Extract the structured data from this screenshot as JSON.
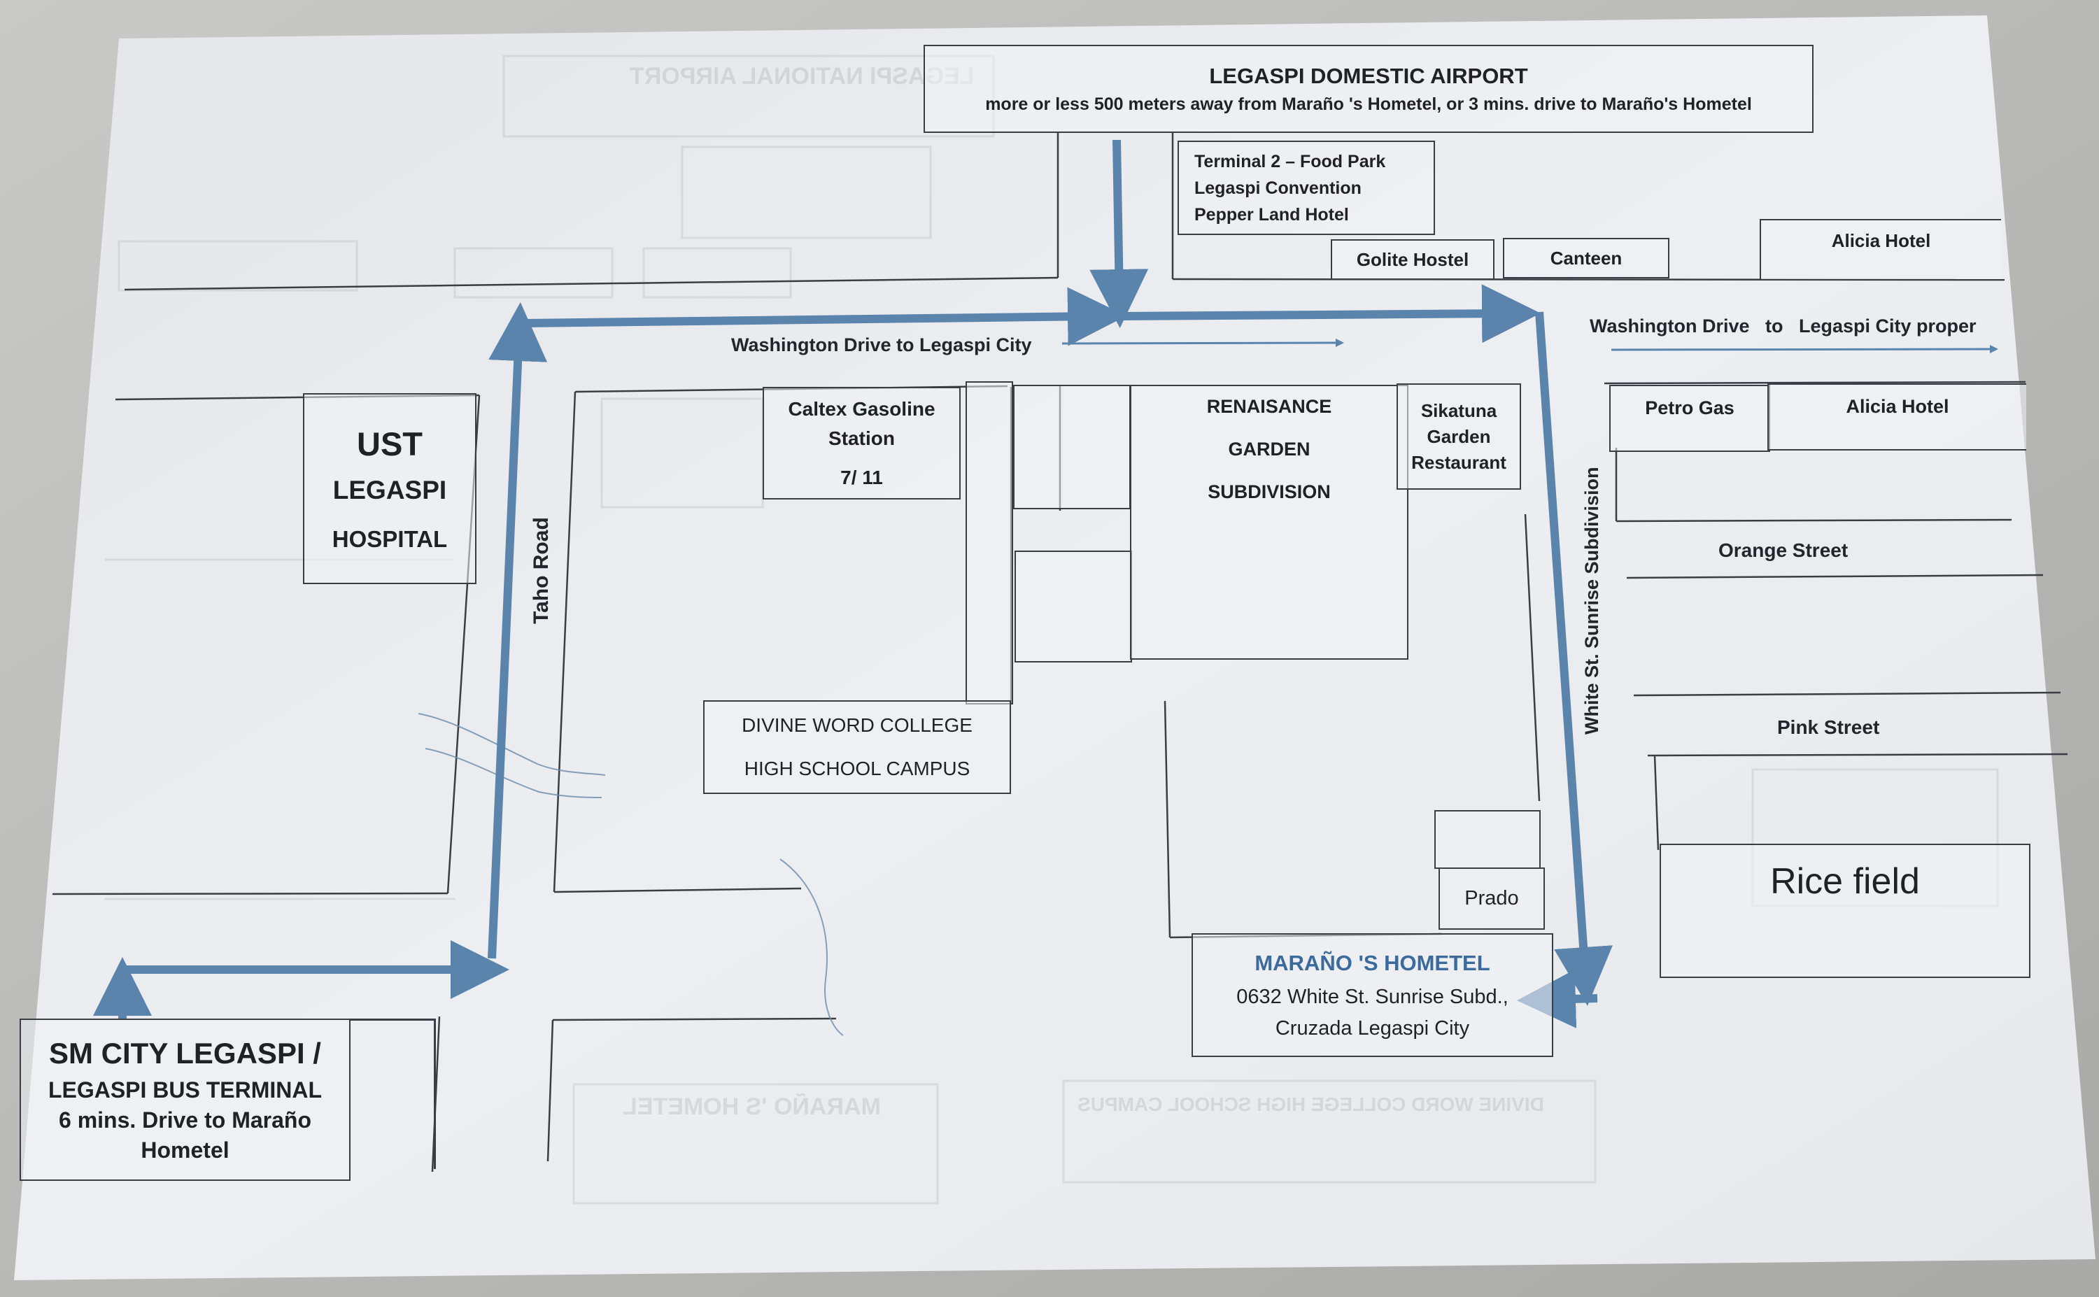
{
  "airport": {
    "title": "LEGASPI DOMESTIC AIRPORT",
    "subtitle": "more or less 500 meters away from Maraño 's Hometel, or 3 mins. drive to Maraño's Hometel"
  },
  "terminal_box": [
    "Terminal 2 – Food Park",
    "Legaspi Convention",
    "Pepper Land Hotel"
  ],
  "golite": "Golite Hostel",
  "canteen": "Canteen",
  "alicia_top": "Alicia Hotel",
  "alicia_right": "Alicia Hotel",
  "petro_gas": "Petro Gas",
  "washington_left": "Washington Drive to Legaspi City",
  "washington_right": "Washington Drive   to   Legaspi City proper",
  "ust": {
    "line1": "UST",
    "line2": "LEGASPI",
    "line3": "HOSPITAL"
  },
  "taho_road": "Taho Road",
  "caltex": {
    "line1": "Caltex Gasoline",
    "line2": "Station",
    "line3": "7/ 11"
  },
  "renaisance": {
    "line1": "RENAISANCE",
    "line2": "GARDEN",
    "line3": "SUBDIVISION"
  },
  "sikatuna": {
    "line1": "Sikatuna",
    "line2": "Garden",
    "line3": "Restaurant"
  },
  "white_st": "White St. Sunrise Subdivision",
  "orange_street": "Orange Street",
  "pink_street": "Pink Street",
  "rice_field": "Rice field",
  "divine_word": {
    "line1": "DIVINE WORD COLLEGE",
    "line2": "HIGH SCHOOL CAMPUS"
  },
  "prado": "Prado",
  "hometel": {
    "title": "MARAÑO 'S HOMETEL",
    "line1": "0632 White St. Sunrise Subd.,",
    "line2": "Cruzada Legaspi City"
  },
  "sm_city": {
    "line1": "SM CITY LEGASPI /",
    "line2": "LEGASPI BUS TERMINAL",
    "line3": "6 mins. Drive to Maraño",
    "line4": "Hometel"
  },
  "colors": {
    "route": "#5b84ad",
    "ink": "#3a3d44",
    "hometel_title": "#3c6a9c"
  }
}
